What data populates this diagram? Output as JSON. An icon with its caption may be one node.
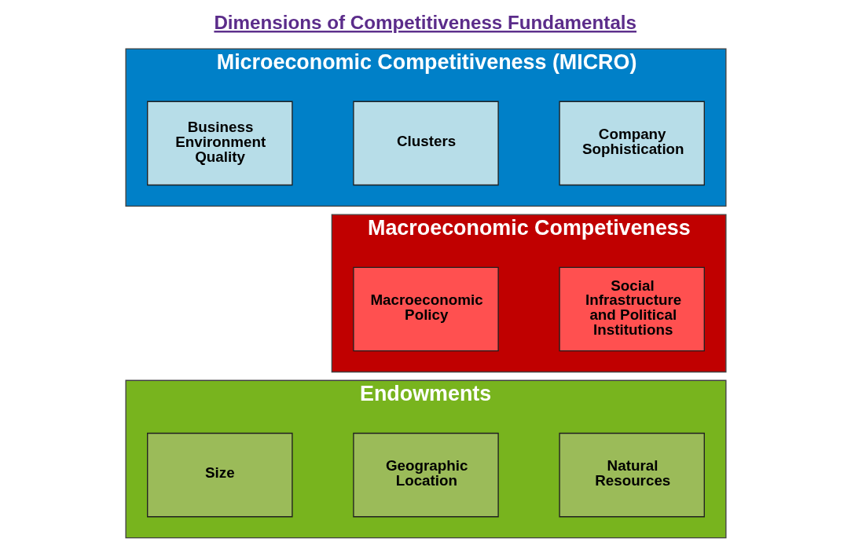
{
  "diagram": {
    "title": "Dimensions of Competitiveness Fundamentals",
    "nodes": [
      {
        "text": [
          "Microeconomic Competitiveness (MICRO)"
        ]
      },
      {
        "text": [
          "Company Sophistication"
        ],
        "in": 0
      },
      {
        "text": [
          "Clusters"
        ],
        "in": 0
      },
      {
        "text": [
          "Business Environment Quality"
        ],
        "in": 0
      },
      {
        "text": [
          "Macroeconomic Competiveness"
        ]
      },
      {
        "text": [
          "Social Infrastructure and Political Institutions"
        ],
        "in": 4
      },
      {
        "text": [
          "Macroeconomic Policy"
        ],
        "in": 4
      },
      {
        "text": [
          "Endowments"
        ]
      },
      {
        "text": [
          "Natural Resources"
        ],
        "in": 7
      },
      {
        "text": [
          "Geographic Location"
        ],
        "in": 7
      },
      {
        "text": [
          "Size"
        ],
        "in": 7
      }
    ]
  }
}
